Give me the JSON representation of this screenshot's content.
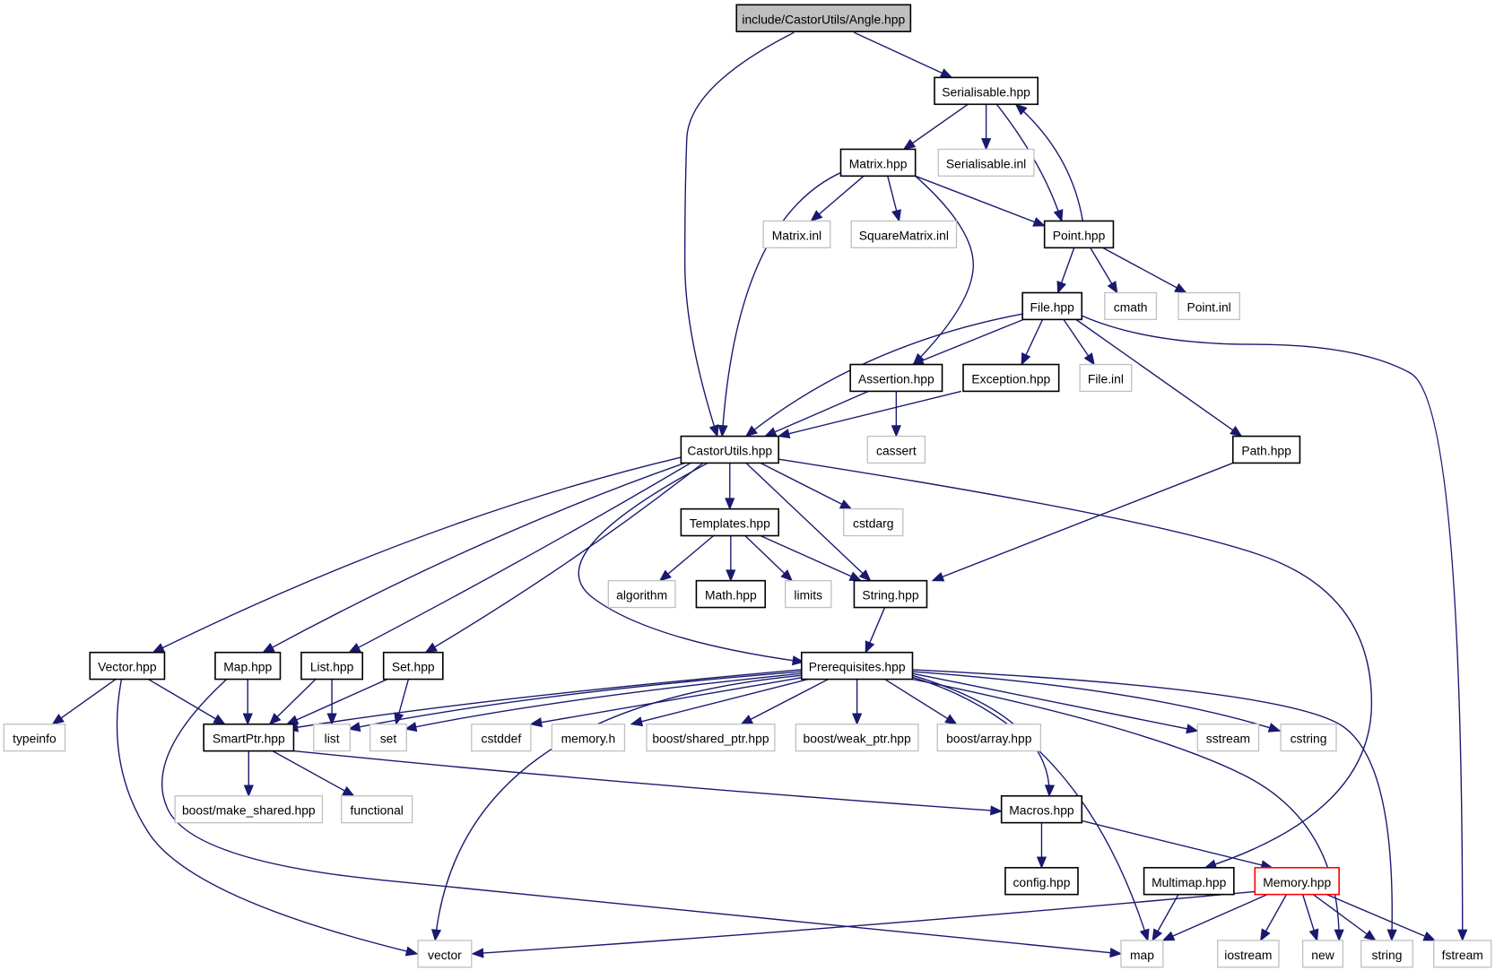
{
  "title": "include/CastorUtils/Angle.hpp",
  "colors": {
    "edge": "#191970",
    "root_fill": "#bfbfbf",
    "project_border": "#000000",
    "external_border": "#bfbfbf",
    "highlight_border": "#ff0000"
  },
  "nodes": [
    {
      "id": "angle",
      "label": "include/CastorUtils/Angle.hpp",
      "kind": "root"
    },
    {
      "id": "serialisable",
      "label": "Serialisable.hpp",
      "kind": "project"
    },
    {
      "id": "matrix",
      "label": "Matrix.hpp",
      "kind": "project"
    },
    {
      "id": "serialisable_inl",
      "label": "Serialisable.inl",
      "kind": "external"
    },
    {
      "id": "matrix_inl",
      "label": "Matrix.inl",
      "kind": "external"
    },
    {
      "id": "squarematrix_inl",
      "label": "SquareMatrix.inl",
      "kind": "external"
    },
    {
      "id": "point",
      "label": "Point.hpp",
      "kind": "project"
    },
    {
      "id": "file",
      "label": "File.hpp",
      "kind": "project"
    },
    {
      "id": "cmath",
      "label": "cmath",
      "kind": "external"
    },
    {
      "id": "point_inl",
      "label": "Point.inl",
      "kind": "external"
    },
    {
      "id": "assertion",
      "label": "Assertion.hpp",
      "kind": "project"
    },
    {
      "id": "exception",
      "label": "Exception.hpp",
      "kind": "project"
    },
    {
      "id": "file_inl",
      "label": "File.inl",
      "kind": "external"
    },
    {
      "id": "castorutils",
      "label": "CastorUtils.hpp",
      "kind": "project"
    },
    {
      "id": "cassert",
      "label": "cassert",
      "kind": "external"
    },
    {
      "id": "path",
      "label": "Path.hpp",
      "kind": "project"
    },
    {
      "id": "templates",
      "label": "Templates.hpp",
      "kind": "project"
    },
    {
      "id": "cstdarg",
      "label": "cstdarg",
      "kind": "external"
    },
    {
      "id": "algorithm",
      "label": "algorithm",
      "kind": "external"
    },
    {
      "id": "math",
      "label": "Math.hpp",
      "kind": "project"
    },
    {
      "id": "limits",
      "label": "limits",
      "kind": "external"
    },
    {
      "id": "string_hpp",
      "label": "String.hpp",
      "kind": "project"
    },
    {
      "id": "vector_hpp",
      "label": "Vector.hpp",
      "kind": "project"
    },
    {
      "id": "map_hpp",
      "label": "Map.hpp",
      "kind": "project"
    },
    {
      "id": "list_hpp",
      "label": "List.hpp",
      "kind": "project"
    },
    {
      "id": "set_hpp",
      "label": "Set.hpp",
      "kind": "project"
    },
    {
      "id": "prerequisites",
      "label": "Prerequisites.hpp",
      "kind": "project"
    },
    {
      "id": "typeinfo",
      "label": "typeinfo",
      "kind": "external"
    },
    {
      "id": "smartptr",
      "label": "SmartPtr.hpp",
      "kind": "project"
    },
    {
      "id": "list",
      "label": "list",
      "kind": "external"
    },
    {
      "id": "set",
      "label": "set",
      "kind": "external"
    },
    {
      "id": "cstddef",
      "label": "cstddef",
      "kind": "external"
    },
    {
      "id": "memory_h",
      "label": "memory.h",
      "kind": "external"
    },
    {
      "id": "boost_shared_ptr",
      "label": "boost/shared_ptr.hpp",
      "kind": "external"
    },
    {
      "id": "boost_weak_ptr",
      "label": "boost/weak_ptr.hpp",
      "kind": "external"
    },
    {
      "id": "boost_array",
      "label": "boost/array.hpp",
      "kind": "external"
    },
    {
      "id": "sstream",
      "label": "sstream",
      "kind": "external"
    },
    {
      "id": "cstring",
      "label": "cstring",
      "kind": "external"
    },
    {
      "id": "boost_make_shared",
      "label": "boost/make_shared.hpp",
      "kind": "external"
    },
    {
      "id": "functional",
      "label": "functional",
      "kind": "external"
    },
    {
      "id": "macros",
      "label": "Macros.hpp",
      "kind": "project"
    },
    {
      "id": "config",
      "label": "config.hpp",
      "kind": "project"
    },
    {
      "id": "multimap",
      "label": "Multimap.hpp",
      "kind": "project"
    },
    {
      "id": "memory_hpp",
      "label": "Memory.hpp",
      "kind": "highlight"
    },
    {
      "id": "vector",
      "label": "vector",
      "kind": "external"
    },
    {
      "id": "map",
      "label": "map",
      "kind": "external"
    },
    {
      "id": "iostream",
      "label": "iostream",
      "kind": "external"
    },
    {
      "id": "new",
      "label": "new",
      "kind": "external"
    },
    {
      "id": "string",
      "label": "string",
      "kind": "external"
    },
    {
      "id": "fstream",
      "label": "fstream",
      "kind": "external"
    }
  ],
  "edges": [
    {
      "from": "angle",
      "to": "castorutils"
    },
    {
      "from": "angle",
      "to": "serialisable"
    },
    {
      "from": "serialisable",
      "to": "matrix"
    },
    {
      "from": "serialisable",
      "to": "serialisable_inl"
    },
    {
      "from": "serialisable",
      "to": "point"
    },
    {
      "from": "point",
      "to": "serialisable"
    },
    {
      "from": "matrix",
      "to": "castorutils"
    },
    {
      "from": "matrix",
      "to": "matrix_inl"
    },
    {
      "from": "matrix",
      "to": "squarematrix_inl"
    },
    {
      "from": "matrix",
      "to": "point"
    },
    {
      "from": "matrix",
      "to": "assertion"
    },
    {
      "from": "point",
      "to": "file"
    },
    {
      "from": "point",
      "to": "cmath"
    },
    {
      "from": "point",
      "to": "point_inl"
    },
    {
      "from": "file",
      "to": "castorutils"
    },
    {
      "from": "file",
      "to": "assertion"
    },
    {
      "from": "file",
      "to": "exception"
    },
    {
      "from": "file",
      "to": "file_inl"
    },
    {
      "from": "file",
      "to": "path"
    },
    {
      "from": "file",
      "to": "fstream"
    },
    {
      "from": "assertion",
      "to": "castorutils"
    },
    {
      "from": "assertion",
      "to": "cassert"
    },
    {
      "from": "exception",
      "to": "castorutils"
    },
    {
      "from": "path",
      "to": "string_hpp"
    },
    {
      "from": "castorutils",
      "to": "vector_hpp"
    },
    {
      "from": "castorutils",
      "to": "map_hpp"
    },
    {
      "from": "castorutils",
      "to": "list_hpp"
    },
    {
      "from": "castorutils",
      "to": "set_hpp"
    },
    {
      "from": "castorutils",
      "to": "prerequisites"
    },
    {
      "from": "castorutils",
      "to": "templates"
    },
    {
      "from": "castorutils",
      "to": "string_hpp"
    },
    {
      "from": "castorutils",
      "to": "cstdarg"
    },
    {
      "from": "castorutils",
      "to": "multimap"
    },
    {
      "from": "templates",
      "to": "algorithm"
    },
    {
      "from": "templates",
      "to": "math"
    },
    {
      "from": "templates",
      "to": "limits"
    },
    {
      "from": "templates",
      "to": "string_hpp"
    },
    {
      "from": "string_hpp",
      "to": "prerequisites"
    },
    {
      "from": "vector_hpp",
      "to": "typeinfo"
    },
    {
      "from": "vector_hpp",
      "to": "smartptr"
    },
    {
      "from": "vector_hpp",
      "to": "vector"
    },
    {
      "from": "map_hpp",
      "to": "smartptr"
    },
    {
      "from": "map_hpp",
      "to": "map"
    },
    {
      "from": "list_hpp",
      "to": "smartptr"
    },
    {
      "from": "list_hpp",
      "to": "list"
    },
    {
      "from": "set_hpp",
      "to": "smartptr"
    },
    {
      "from": "set_hpp",
      "to": "set"
    },
    {
      "from": "prerequisites",
      "to": "smartptr"
    },
    {
      "from": "prerequisites",
      "to": "list"
    },
    {
      "from": "prerequisites",
      "to": "set"
    },
    {
      "from": "prerequisites",
      "to": "vector"
    },
    {
      "from": "prerequisites",
      "to": "cstddef"
    },
    {
      "from": "prerequisites",
      "to": "memory_h"
    },
    {
      "from": "prerequisites",
      "to": "boost_shared_ptr"
    },
    {
      "from": "prerequisites",
      "to": "boost_weak_ptr"
    },
    {
      "from": "prerequisites",
      "to": "boost_array"
    },
    {
      "from": "prerequisites",
      "to": "macros"
    },
    {
      "from": "prerequisites",
      "to": "map"
    },
    {
      "from": "prerequisites",
      "to": "new"
    },
    {
      "from": "prerequisites",
      "to": "sstream"
    },
    {
      "from": "prerequisites",
      "to": "cstring"
    },
    {
      "from": "prerequisites",
      "to": "string"
    },
    {
      "from": "smartptr",
      "to": "boost_make_shared"
    },
    {
      "from": "smartptr",
      "to": "functional"
    },
    {
      "from": "smartptr",
      "to": "macros"
    },
    {
      "from": "macros",
      "to": "config"
    },
    {
      "from": "macros",
      "to": "memory_hpp"
    },
    {
      "from": "multimap",
      "to": "map"
    },
    {
      "from": "memory_hpp",
      "to": "vector"
    },
    {
      "from": "memory_hpp",
      "to": "map"
    },
    {
      "from": "memory_hpp",
      "to": "iostream"
    },
    {
      "from": "memory_hpp",
      "to": "new"
    },
    {
      "from": "memory_hpp",
      "to": "string"
    },
    {
      "from": "memory_hpp",
      "to": "fstream"
    }
  ]
}
